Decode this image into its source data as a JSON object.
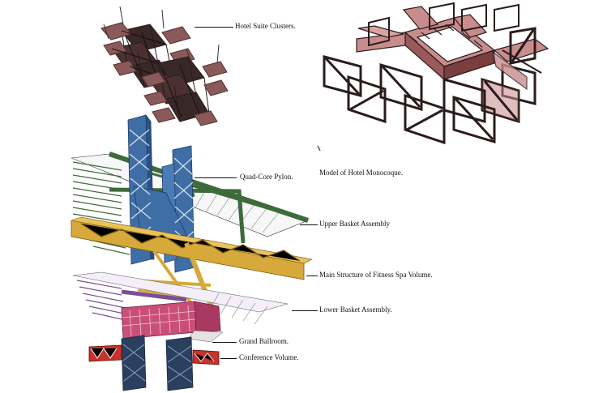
{
  "labels": {
    "hotel_suite_clusters": "Hotel Suite Clusters.",
    "model_hotel_monocoque": "Model of Hotel Monocoque.",
    "quad_core_pylon": "Quad-Core Pylon.",
    "upper_basket_assembly": "Upper Basket Assembly",
    "main_structure_fitness_spa": "Main Structure of Fitness Spa Volume.",
    "lower_basket_assembly": "Lower Basket Assembly.",
    "grand_ballroom": "Grand Ballroom.",
    "conference_volume": "Conference Volume."
  },
  "colors": {
    "pylon_blue": "#3f6ea6",
    "upper_basket_green": "#3d6b3a",
    "spa_yellow": "#d6a93a",
    "lower_basket_purple": "#7a4f96",
    "ballroom_pink": "#c94f79",
    "conference_red": "#c8322a",
    "monocoque_pink": "#c98c8c",
    "frame_dark": "#2a1c1c"
  }
}
